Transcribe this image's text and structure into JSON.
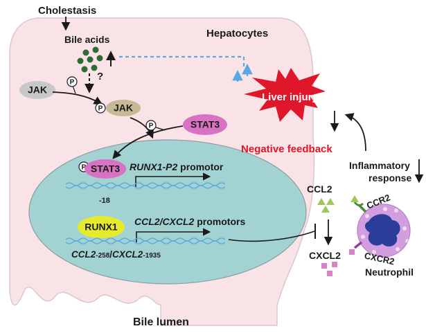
{
  "labels": {
    "cholestasis": "Cholestasis",
    "bile_acids": "Bile acids",
    "hepatocytes": "Hepatocytes",
    "question": "?",
    "jak_unphos": "JAK",
    "jak_phos": "JAK",
    "stat3": "STAT3",
    "stat3_phos": "STAT3",
    "p_symbol": "P",
    "runx1_p2_promotor_italic": "RUNX1-P2",
    "runx1_p2_promotor_rest": " promotor",
    "site_minus18": "-18",
    "runx1": "RUNX1",
    "ccl2_cxcl2_promotors_italic": "CCL2/CXCL2",
    "ccl2_cxcl2_promotors_rest": " promotors",
    "site_ccl2": "CCL2",
    "site_ccl2_num": "-258",
    "site_sep": "/",
    "site_cxcl2": "CXCL2",
    "site_cxcl2_num": "-1935",
    "liver_injury": "Liver injury",
    "negative_feedback": "Negative feedback",
    "inflammatory_line1": "Inflammatory",
    "inflammatory_line2": "response",
    "ccl2": "CCL2",
    "cxcl2": "CXCL2",
    "ccr2": "CCR2",
    "cxcr2": "CXCR2",
    "neutrophil": "Neutrophil",
    "bile_lumen": "Bile lumen"
  },
  "colors": {
    "cell_fill": "#f9e3e6",
    "cell_stroke": "#d9c8cc",
    "nucleus_fill": "#a3d2d3",
    "nucleus_stroke": "#8a9ea0",
    "liver_injury": "#e0162a",
    "negative_feedback": "#e0162a",
    "jak_unphos": "#c8c8c8",
    "jak_phos": "#c8b996",
    "stat3": "#d873c3",
    "runx1": "#e6ec2a",
    "bile_acid_dot": "#2e6b35",
    "ccl2_triangle": "#9dc95a",
    "cxcl2_square": "#d883c9",
    "neutrophil_cell": "#d39ee0",
    "neutrophil_nucleus": "#2a3d9a",
    "dna": "#5aa8e0",
    "dashed_blue": "#5aa8e0",
    "ccr2_receptor": "#4a8a3a",
    "cxcr2_receptor": "#9a3aa0"
  }
}
